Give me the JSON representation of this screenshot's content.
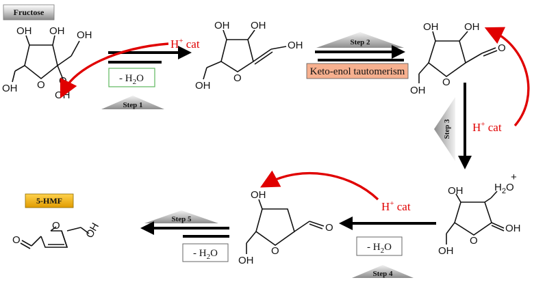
{
  "compounds": {
    "fructose": {
      "name": "Fructose"
    },
    "hmf": {
      "name": "5-HMF"
    }
  },
  "steps": {
    "s1": {
      "label": "Step 1",
      "condition": "- H2O"
    },
    "s2": {
      "label": "Step 2",
      "condition": "Keto-enol tautomerism"
    },
    "s3": {
      "label": "Step 3"
    },
    "s4": {
      "label": "Step 4",
      "condition": "- H2O"
    },
    "s5": {
      "label": "Step 5",
      "condition": "- H2O"
    }
  },
  "catalyst": {
    "text": "H+ cat",
    "base": "H",
    "sup": "+",
    "rest": " cat"
  },
  "atoms": {
    "oh": "OH",
    "o": "O",
    "h2o_plus": "H2O+"
  },
  "colors": {
    "catalyst": "#e00000",
    "keto_box": "#f7b08f",
    "hmf_box": "#f5b400",
    "condition_box_green": "#5cb85c",
    "arrows": "#000000"
  }
}
